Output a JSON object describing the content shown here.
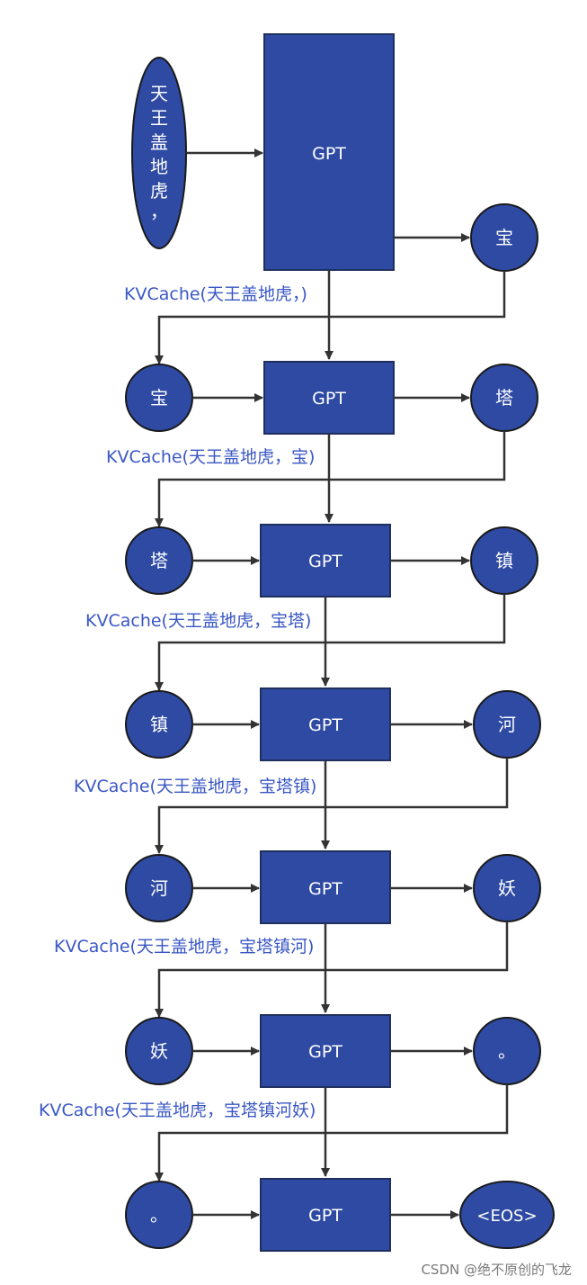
{
  "diagram": {
    "input_tokens": [
      "天",
      "王",
      "盖",
      "地",
      "虎",
      "，"
    ],
    "model_label": "GPT",
    "steps": [
      {
        "in": "天王盖地虎，",
        "out": "宝",
        "kvcache": "KVCache(天王盖地虎，)"
      },
      {
        "in": "宝",
        "out": "塔",
        "kvcache": "KVCache(天王盖地虎，宝)"
      },
      {
        "in": "塔",
        "out": "镇",
        "kvcache": "KVCache(天王盖地虎，宝塔)"
      },
      {
        "in": "镇",
        "out": "河",
        "kvcache": "KVCache(天王盖地虎，宝塔镇)"
      },
      {
        "in": "河",
        "out": "妖",
        "kvcache": "KVCache(天王盖地虎，宝塔镇河)"
      },
      {
        "in": "妖",
        "out": "。",
        "kvcache": "KVCache(天王盖地虎，宝塔镇河妖)"
      },
      {
        "in": "。",
        "out": "<EOS>"
      }
    ],
    "colors": {
      "node_fill": "#2e4aa3",
      "kvcache_text": "#3a57c4",
      "arrow": "#333333"
    }
  },
  "watermark": "CSDN @绝不原创的飞龙"
}
